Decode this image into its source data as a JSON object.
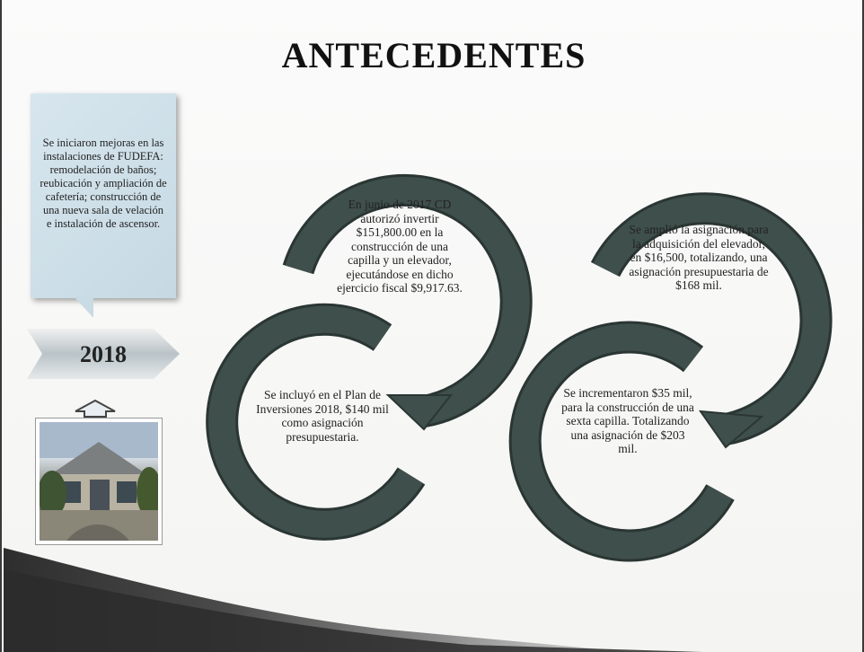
{
  "title": "ANTECEDENTES",
  "callout": {
    "text": "Se iniciaron mejoras en las instalaciones de FUDEFA: remodelación de baños; reubicación y ampliación de cafetería; construcción de una nueva sala de velación e instalación de ascensor."
  },
  "year_label": "2018",
  "steps": [
    {
      "text": "En junio de 2017 CD autorizó invertir $151,800.00 en la construcción de una capilla y un elevador, ejecutándose en dicho ejercicio fiscal $9,917.63."
    },
    {
      "text": "Se incluyó en el Plan de Inversiones 2018, $140 mil como asignación presupuestaria."
    },
    {
      "text": "Se amplió la asignación para la adquisición del elevador, en $16,500, totalizando, una asignación presupuestaria de $168 mil."
    },
    {
      "text": "Se incrementaron $35 mil, para la construcción de una sexta capilla. Totalizando una asignación de $203 mil."
    }
  ],
  "colors": {
    "loop_fill": "#3f4f4b",
    "loop_edge": "#2a3633",
    "callout_bg": "#cfe0e8",
    "swoosh_dark": "#3a3a3a"
  },
  "icons": {
    "year_to_photo": "up-arrow-icon"
  }
}
